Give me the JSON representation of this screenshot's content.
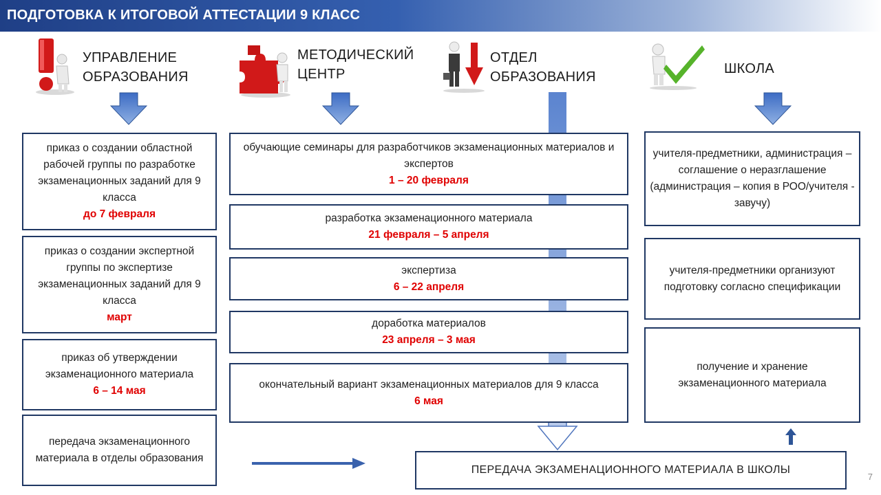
{
  "title": "ПОДГОТОВКА  К ИТОГОВОЙ АТТЕСТАЦИИ  9 КЛАСС",
  "columns": [
    {
      "header_line1": "УПРАВЛЕНИЕ",
      "header_line2": "ОБРАЗОВАНИЯ"
    },
    {
      "header_line1": "МЕТОДИЧЕСКИЙ",
      "header_line2": "ЦЕНТР"
    },
    {
      "header_line1": "ОТДЕЛ",
      "header_line2": "ОБРАЗОВАНИЯ"
    },
    {
      "header_line1": "ШКОЛА",
      "header_line2": ""
    }
  ],
  "col1": [
    {
      "text": "приказ о создании областной рабочей группы по разработке экзаменационных заданий для 9 класса",
      "date": "до 7 февраля"
    },
    {
      "text": "приказ о создании экспертной группы по экспертизе экзаменационных заданий для 9 класса",
      "date": "март"
    },
    {
      "text": "приказ об утверждении экзаменационного материала",
      "date": "6 – 14 мая"
    },
    {
      "text": "передача экзаменационного материала в отделы образования",
      "date": ""
    }
  ],
  "col2": [
    {
      "text": "обучающие семинары для разработчиков экзаменационных материалов и экспертов",
      "date": "1 – 20  февраля"
    },
    {
      "text": "разработка экзаменационного материала",
      "date": "21 февраля – 5 апреля"
    },
    {
      "text": "экспертиза",
      "date": "6 – 22 апреля"
    },
    {
      "text": "доработка материалов",
      "date": "23 апреля – 3 мая"
    },
    {
      "text": "окончательный вариант экзаменационных материалов для 9 класса",
      "date": "6 мая"
    }
  ],
  "col4": [
    {
      "text": "учителя-предметники, администрация – соглашение о неразглашение (администрация – копия в РОО/учителя  - завучу)"
    },
    {
      "text": "учителя-предметники организуют подготовку согласно спецификации"
    },
    {
      "text": "получение и хранение экзаменационного материала"
    }
  ],
  "bottom_box": "ПЕРЕДАЧА ЭКЗАМЕНАЦИОННОГО МАТЕРИАЛА В  ШКОЛЫ",
  "page_number": "7",
  "colors": {
    "title_bar": "#2a4f9c",
    "box_border": "#1f3763",
    "date_red": "#e00000",
    "arrow_blue": "#4472c4"
  }
}
